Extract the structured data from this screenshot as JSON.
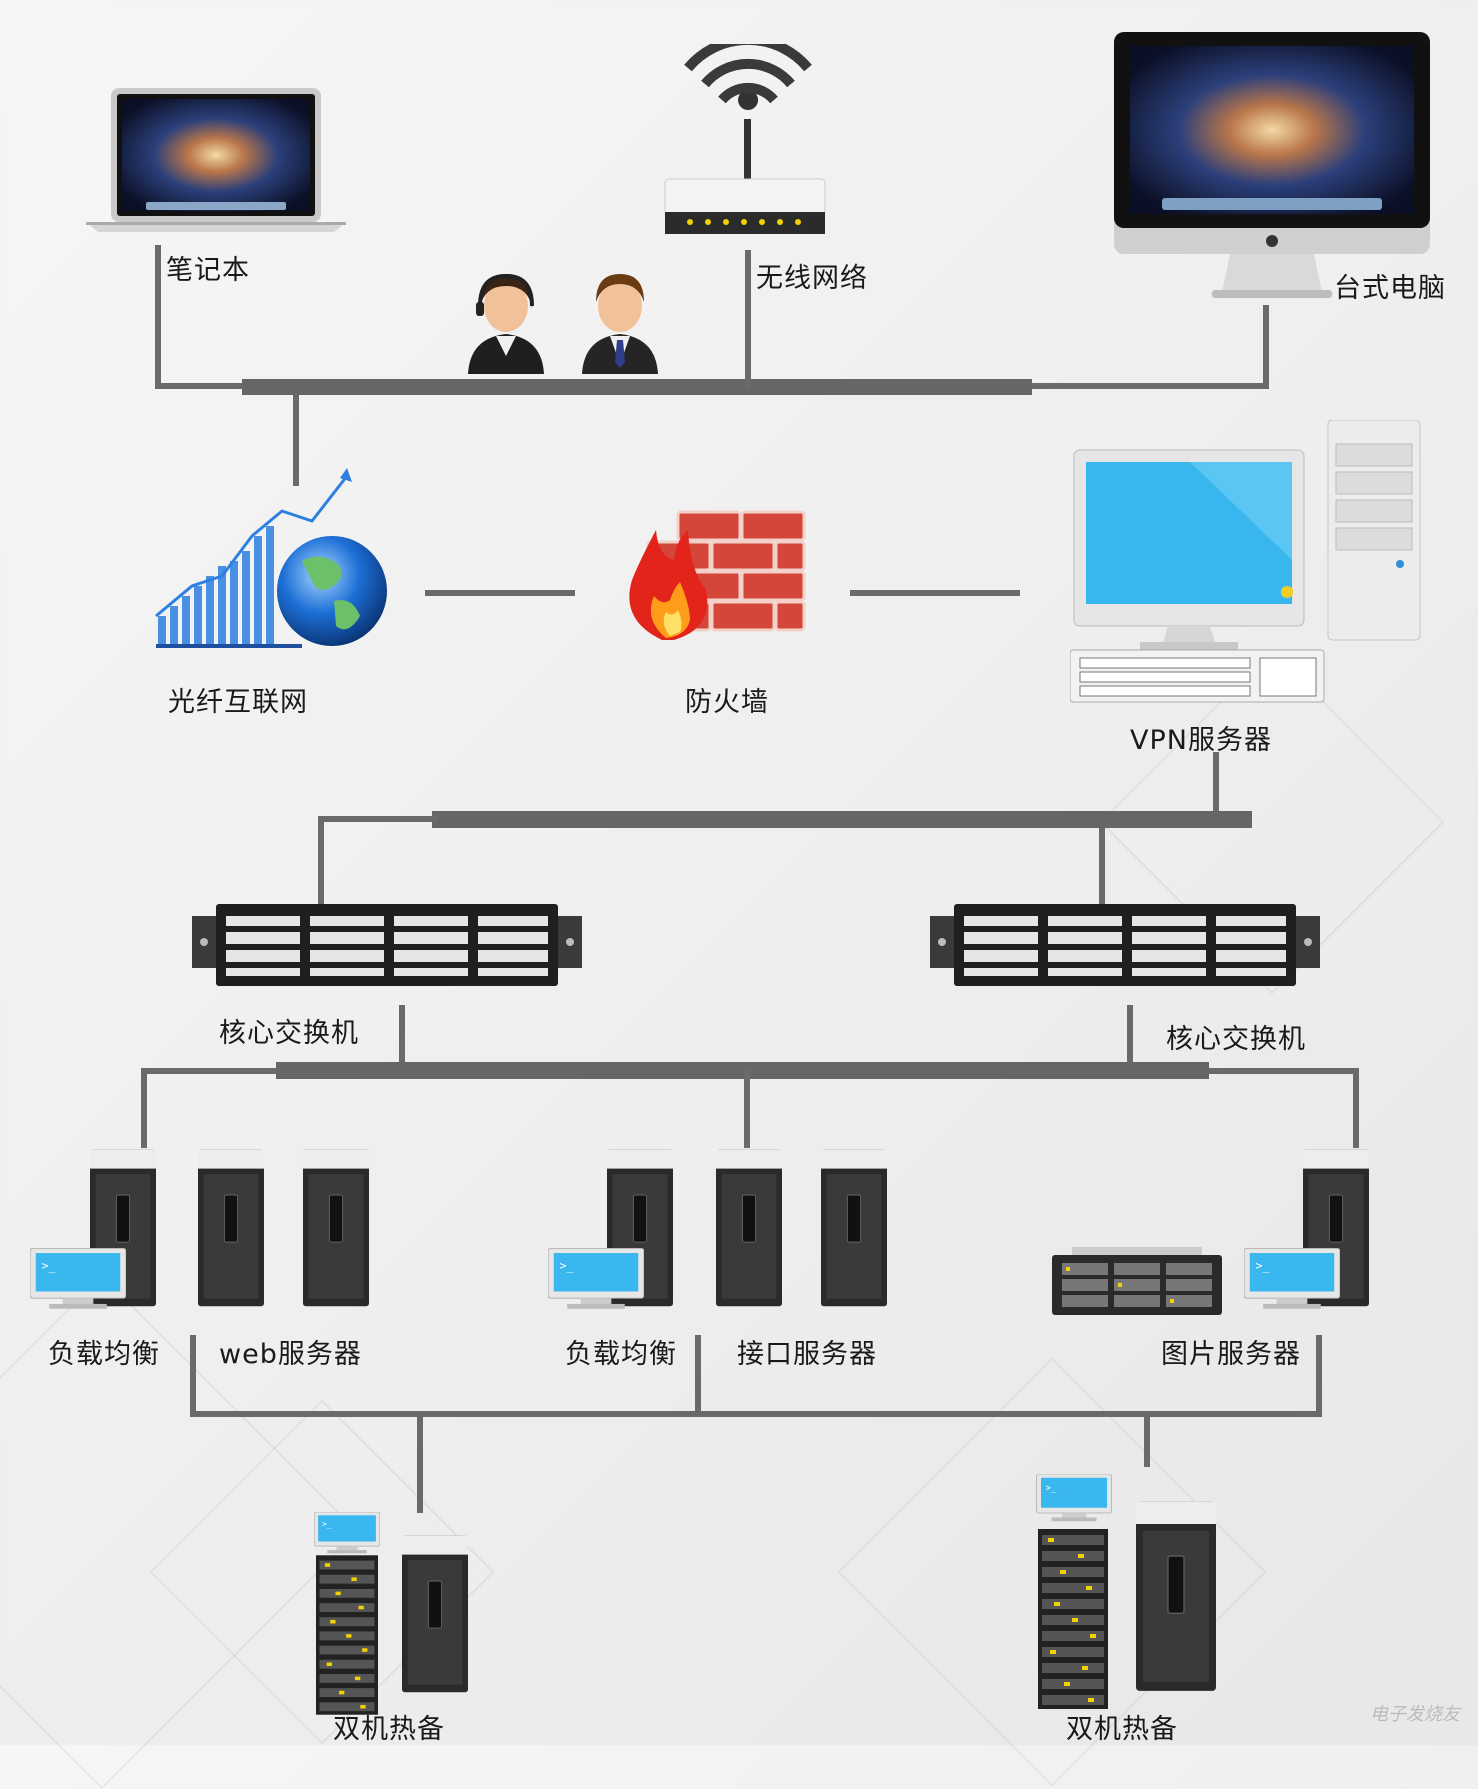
{
  "labels": {
    "laptop": "笔记本",
    "wifi": "无线网络",
    "desktop": "台式电脑",
    "internet": "光纤互联网",
    "firewall": "防火墙",
    "vpn": "VPN服务器",
    "core_switch_1": "核心交换机",
    "core_switch_2": "核心交换机",
    "lb_1": "负载均衡",
    "web": "web服务器",
    "lb_2": "负载均衡",
    "api": "接口服务器",
    "image": "图片服务器",
    "ha_1": "双机热备",
    "ha_2": "双机热备"
  },
  "watermark": "电子发烧友",
  "icons": [
    "laptop-icon",
    "wifi-router-icon",
    "imac-icon",
    "user-headset-icon",
    "user-business-icon",
    "internet-globe-icon",
    "firewall-icon",
    "vpn-server-icon",
    "switch-icon",
    "tower-server-icon",
    "rack-server-icon"
  ]
}
